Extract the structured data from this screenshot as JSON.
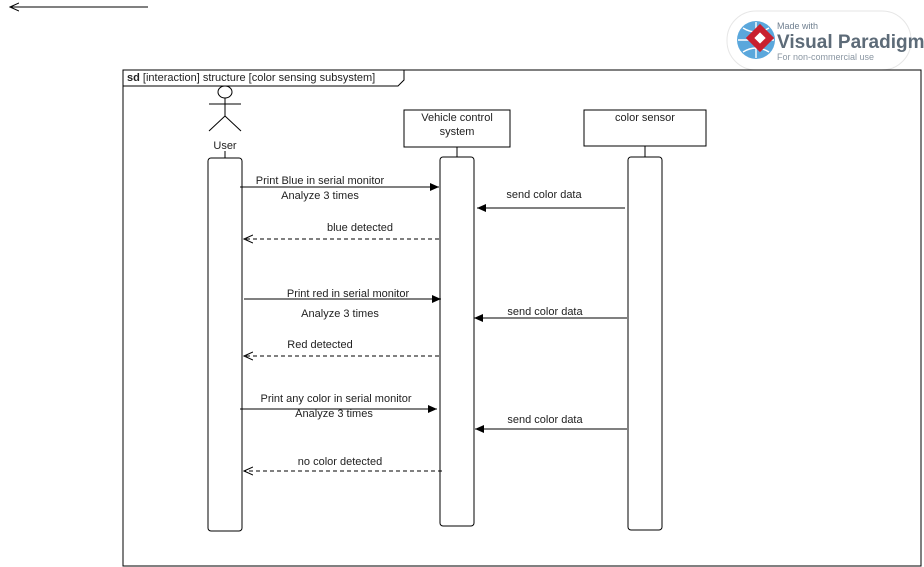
{
  "frame": {
    "keyword": "sd",
    "title": "[interaction] structure [color sensing subsystem]"
  },
  "badge": {
    "made_with": "Made with",
    "product": "Visual Paradigm",
    "subtitle": "For non-commercial use"
  },
  "lifelines": {
    "user": "User",
    "vehicle_line1": "Vehicle control",
    "vehicle_line2": "system",
    "sensor": "color sensor"
  },
  "messages": [
    {
      "label": "Print Blue in serial monitor",
      "label2": "Analyze 3 times",
      "from": "User",
      "to": "Vehicle control system",
      "kind": "sync"
    },
    {
      "label": "send color data",
      "from": "color sensor",
      "to": "Vehicle control system",
      "kind": "sync"
    },
    {
      "label": "blue detected",
      "from": "Vehicle control system",
      "to": "User",
      "kind": "reply"
    },
    {
      "label": "Print red in serial monitor",
      "from": "User",
      "to": "Vehicle control system",
      "kind": "sync"
    },
    {
      "label": "Analyze 3 times",
      "kind": "note"
    },
    {
      "label": "send  color data",
      "from": "color sensor",
      "to": "Vehicle control system",
      "kind": "sync"
    },
    {
      "label": "Red detected",
      "from": "Vehicle control system",
      "to": "User",
      "kind": "reply"
    },
    {
      "label": "Print any color in serial monitor",
      "label2": "Analyze 3 times",
      "from": "User",
      "to": "Vehicle control system",
      "kind": "sync"
    },
    {
      "label": "send color data",
      "from": "color sensor",
      "to": "Vehicle control system",
      "kind": "sync"
    },
    {
      "label": "no color  detected",
      "from": "Vehicle control system",
      "to": "User",
      "kind": "reply"
    }
  ]
}
